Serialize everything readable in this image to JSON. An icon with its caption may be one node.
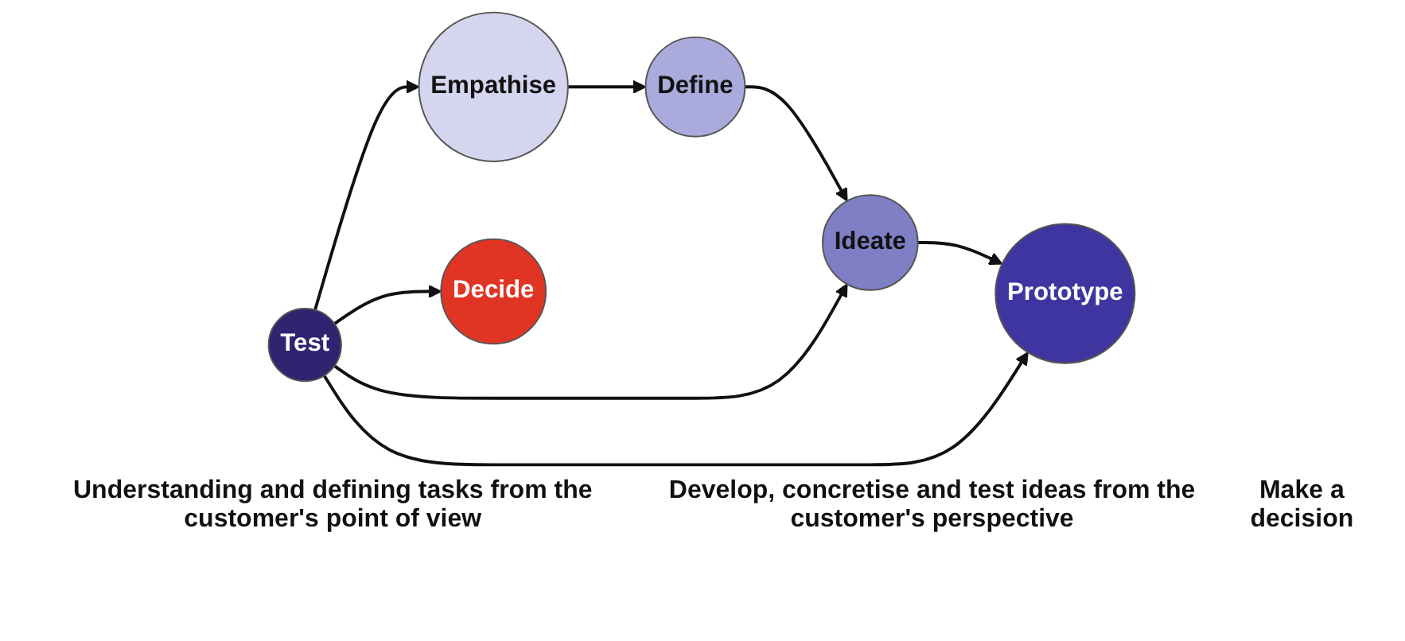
{
  "diagram": {
    "nodes": [
      {
        "text": [
          "Empathise"
        ]
      },
      {
        "text": [
          "Define"
        ]
      },
      {
        "text": [
          "Ideate"
        ]
      },
      {
        "text": [
          "Prototype"
        ]
      },
      {
        "text": [
          "Test"
        ]
      },
      {
        "text": [
          "Decide"
        ]
      }
    ],
    "edges": [
      {
        "from": 0,
        "to": 1,
        "arrow": "to"
      },
      {
        "from": 1,
        "to": 2,
        "arrow": "to"
      },
      {
        "from": 2,
        "to": 3,
        "arrow": "to"
      },
      {
        "from": 4,
        "to": 3,
        "arrow": "to"
      },
      {
        "from": 4,
        "to": 5,
        "arrow": "to"
      },
      {
        "from": 4,
        "to": 0,
        "arrow": "to"
      },
      {
        "from": 4,
        "to": 2,
        "arrow": "to"
      }
    ],
    "labels": [
      "Understanding and defining tasks from the customer's point of view",
      "Develop, concretise and test ideas from the customer's perspective",
      "Make a decision"
    ]
  }
}
